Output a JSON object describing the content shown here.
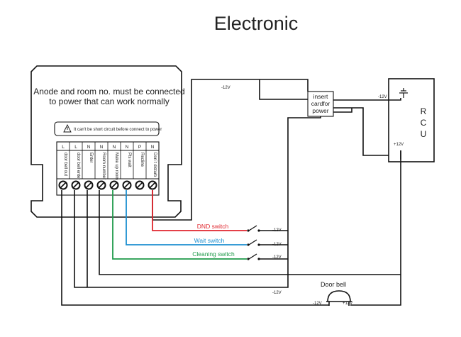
{
  "title": "Electronic",
  "panel": {
    "note_line1": "Anode and room no. must be connected",
    "note_line2": "to power that can work normally",
    "warning": "It can't be short circuit before connect to power",
    "terminal_letters": [
      "L",
      "L",
      "N",
      "N",
      "N",
      "N",
      "P",
      "N"
    ],
    "terminal_labels": [
      "door bell out",
      "door bell enter",
      "Enter",
      "Room number",
      "Make up room",
      "Pls wait",
      "Recline",
      "Don´t disturb"
    ]
  },
  "card": {
    "line1": "insert",
    "line2": "cardfor",
    "line3": "power"
  },
  "rcu": {
    "letters": [
      "R",
      "C",
      "U"
    ],
    "minus12": "-12V",
    "plus12": "+12V"
  },
  "switches": {
    "dnd": "DND switch",
    "wait": "Wait switch",
    "clean": "Cleaning switch"
  },
  "voltage": {
    "minus12": "-12V",
    "plus12": "+12V"
  },
  "doorbell": {
    "label": "Door bell",
    "minus": "-12V",
    "plus": "+12V"
  },
  "colors": {
    "dnd": "#e0262e",
    "wait": "#1c8fd0",
    "clean": "#1f9a4a",
    "wire": "#111111"
  }
}
